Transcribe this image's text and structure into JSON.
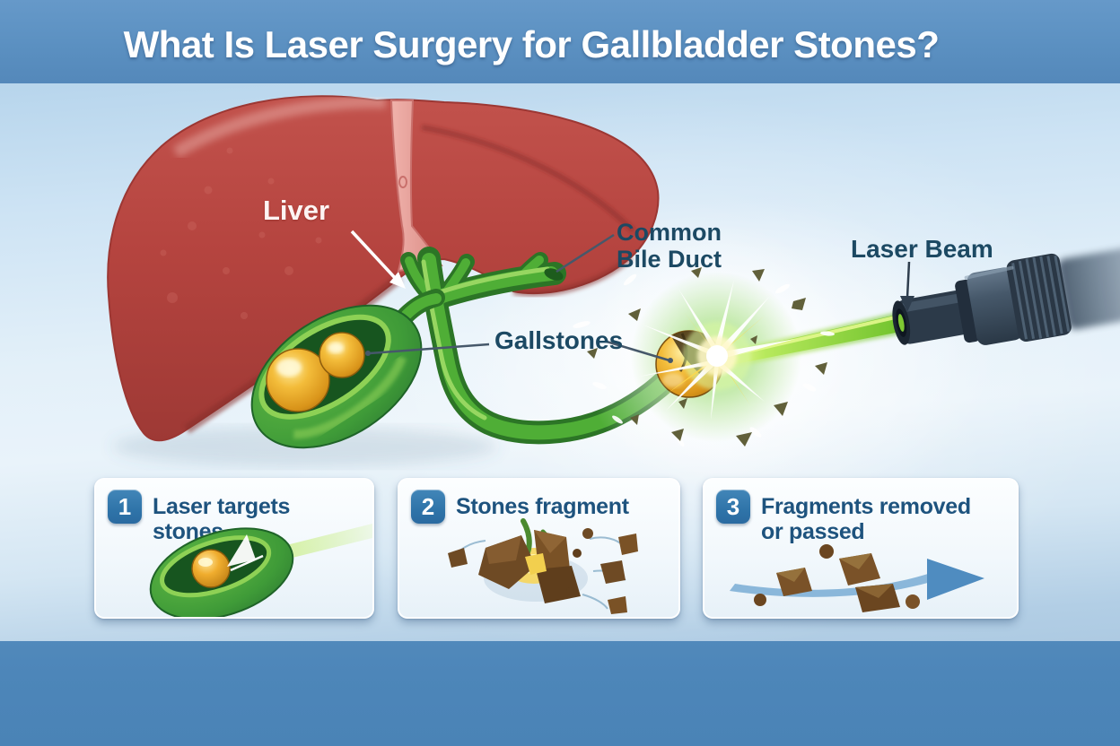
{
  "title": "What Is Laser Surgery for Gallbladder Stones?",
  "labels": {
    "liver": "Liver",
    "common_bile_duct": "Common Bile Duct",
    "gallstones": "Gallstones",
    "laser_beam": "Laser Beam"
  },
  "steps": [
    {
      "number": "1",
      "label": "Laser targets stones"
    },
    {
      "number": "2",
      "label": "Stones fragment"
    },
    {
      "number": "3",
      "label": "Fragments removed or passed"
    }
  ],
  "colors": {
    "header_blue": "#5b90c1",
    "footer_blue": "#4d86b9",
    "label_text": "#1c4963",
    "card_title_text": "#1e537e",
    "badge_blue": "#2f74a9",
    "liver_red": "#b5443f",
    "duct_green": "#3f9b31",
    "gallstone_gold": "#e3a31c",
    "laser_green": "#7ed321",
    "fragment_brown": "#6e4a24",
    "arrow_blue": "#4f8cc0"
  }
}
